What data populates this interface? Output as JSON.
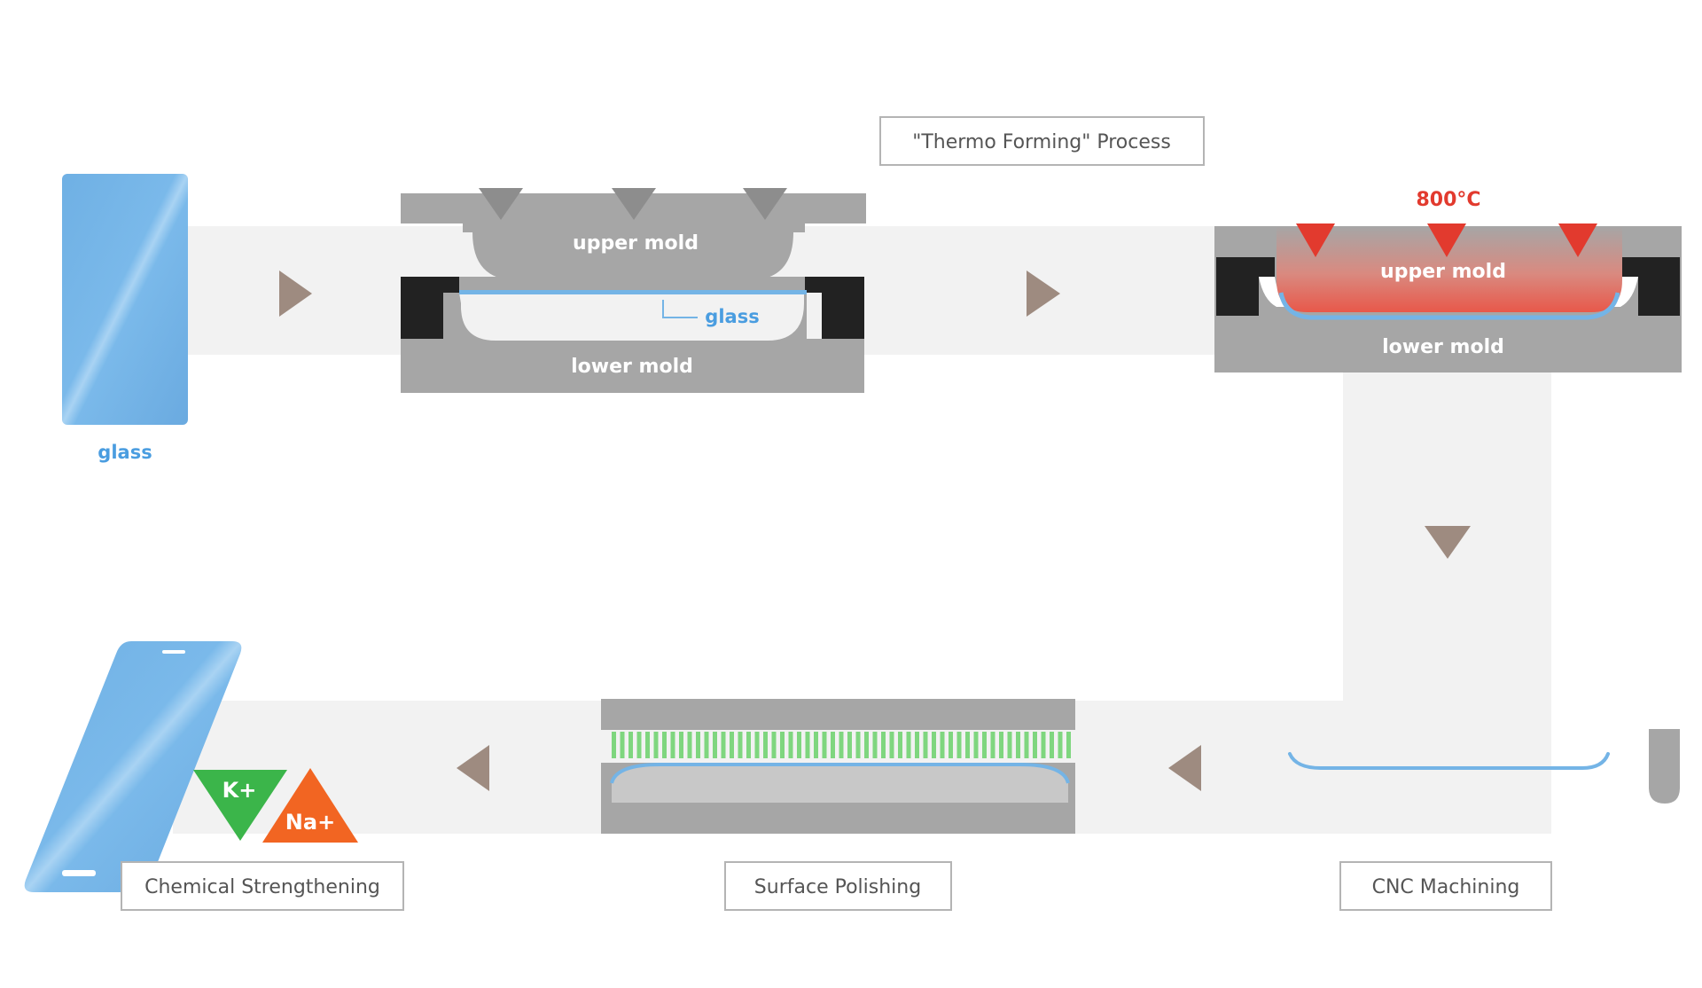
{
  "process_title": "\"Thermo Forming\" Process",
  "glass_label": "glass",
  "cold_press": {
    "upper_mold": "upper mold",
    "lower_mold": "lower mold",
    "glass_label": "glass"
  },
  "hot_press": {
    "temperature": "800°C",
    "upper_mold": "upper mold",
    "lower_mold": "lower mold"
  },
  "steps": {
    "cnc": "CNC Machining",
    "polishing": "Surface Polishing",
    "chemical": "Chemical Strengthening"
  },
  "ions": {
    "potassium": "K+",
    "sodium": "Na+"
  },
  "colors": {
    "band": "#f2f2f2",
    "mold": "#a6a6a6",
    "mold_dark": "#8d8d8d",
    "clamp": "#222222",
    "glass": "#74b4e6",
    "arrow": "#9e8b80",
    "heat": "#e23a2e",
    "bristles": "#7fd67f",
    "k_ion": "#3bb54a",
    "na_ion": "#f26522"
  }
}
